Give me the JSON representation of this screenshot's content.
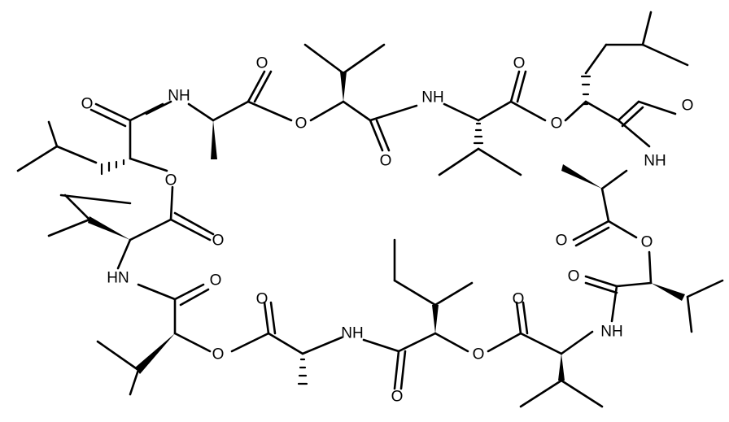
{
  "structure": {
    "atom_labels": {
      "oxygen": "O",
      "amine": "NH",
      "amine_rev": "HN"
    }
  },
  "colors": {
    "ink": "#000000",
    "background": "#ffffff"
  }
}
